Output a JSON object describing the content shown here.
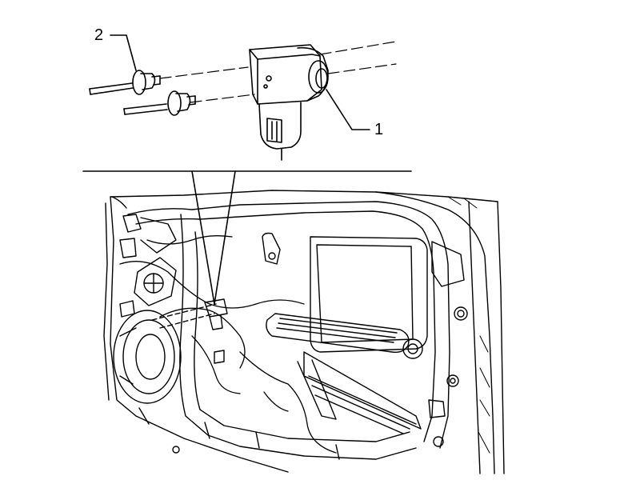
{
  "diagram": {
    "callouts": [
      {
        "id": "callout-1",
        "label": "1"
      },
      {
        "id": "callout-2",
        "label": "2"
      }
    ],
    "colors": {
      "ink": "#000000",
      "paper": "#ffffff"
    }
  }
}
